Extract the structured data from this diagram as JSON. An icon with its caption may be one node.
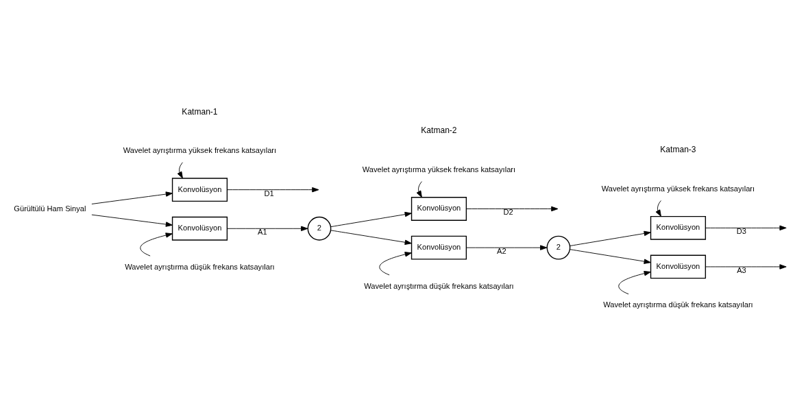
{
  "diagram": {
    "nodes": [
      {
        "text": [
          "Gürültülü Ham Sinyal"
        ]
      },
      {
        "text": [
          "Wavelet ayrıştırma yüksek frekans katsayıları"
        ]
      },
      {
        "text": [
          "Konvolüsyon"
        ]
      },
      {
        "text": [
          "Konvolüsyon"
        ]
      },
      {
        "text": [
          "Wavelet ayrıştırma düşük frekans katsayıları"
        ]
      },
      {
        "text": [
          "2"
        ]
      },
      {
        "text": [
          "Wavelet ayrıştırma yüksek frekans katsayıları"
        ]
      },
      {
        "text": [
          "Konvolüsyon"
        ]
      },
      {
        "text": [
          "Konvolüsyon"
        ]
      },
      {
        "text": [
          "Wavelet ayrıştırma düşük frekans katsayıları"
        ]
      },
      {
        "text": [
          "2"
        ]
      },
      {
        "text": [
          "Wavelet ayrıştırma yüksek frekans katsayıları"
        ]
      },
      {
        "text": [
          "Konvolüsyon"
        ]
      },
      {
        "text": [
          "Konvolüsyon"
        ]
      },
      {
        "text": [
          "Wavelet ayrıştırma düşük frekans katsayıları"
        ]
      }
    ],
    "edges": [
      {
        "from": 0,
        "to": 2,
        "arrow": "to"
      },
      {
        "from": 0,
        "to": 3,
        "arrow": "to"
      },
      {
        "from": 1,
        "to": 2,
        "arrow": "to"
      },
      {
        "from": 2,
        "to": null,
        "arrow": "to",
        "label": "D1"
      },
      {
        "from": 3,
        "to": 5,
        "arrow": "to",
        "label": "A1"
      },
      {
        "from": 4,
        "to": 3,
        "arrow": "to"
      },
      {
        "from": 5,
        "to": 7,
        "arrow": "to"
      },
      {
        "from": 5,
        "to": 8,
        "arrow": "to"
      },
      {
        "from": 6,
        "to": 7,
        "arrow": "to"
      },
      {
        "from": 7,
        "to": null,
        "arrow": "to",
        "label": "D2"
      },
      {
        "from": 8,
        "to": 10,
        "arrow": "to",
        "label": "A2"
      },
      {
        "from": 9,
        "to": 8,
        "arrow": "to"
      },
      {
        "from": 10,
        "to": 12,
        "arrow": "to"
      },
      {
        "from": 10,
        "to": 13,
        "arrow": "to"
      },
      {
        "from": 11,
        "to": 12,
        "arrow": "to"
      },
      {
        "from": 12,
        "to": null,
        "arrow": "to",
        "label": "D3"
      },
      {
        "from": 13,
        "to": null,
        "arrow": "to",
        "label": "A3"
      },
      {
        "from": 14,
        "to": 13,
        "arrow": "to"
      }
    ],
    "labels": [
      "Katman-1",
      "Katman-2",
      "Katman-3"
    ]
  }
}
